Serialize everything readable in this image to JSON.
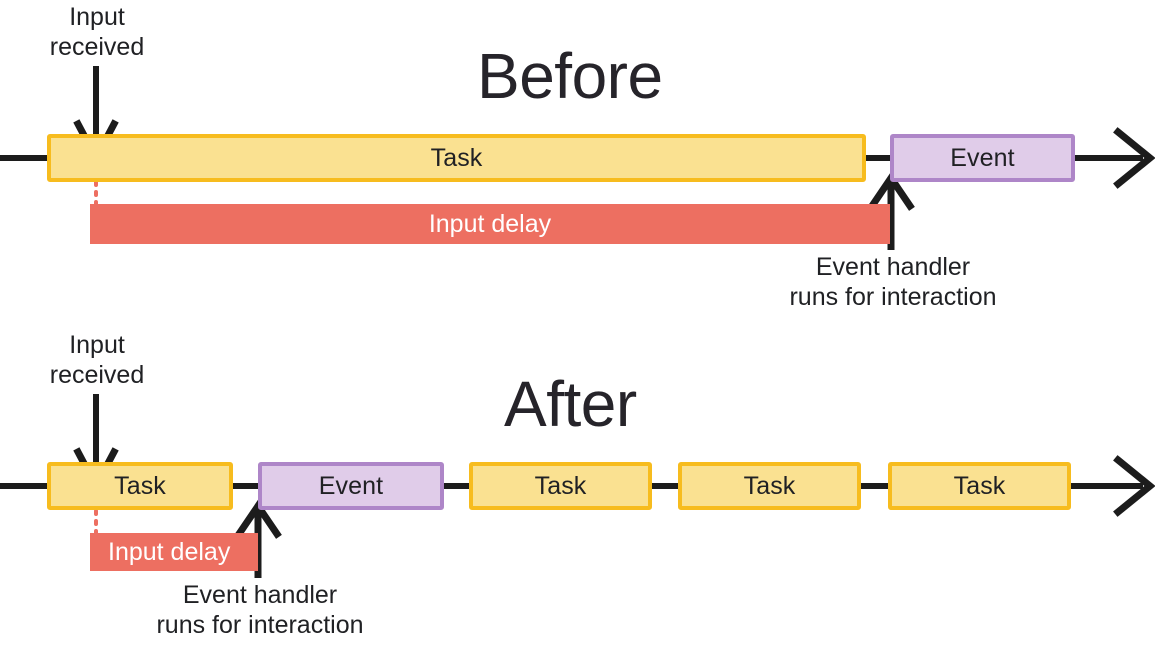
{
  "diagram": {
    "title_before": "Before",
    "title_after": "After",
    "labels": {
      "input_received_line1": "Input",
      "input_received_line2": "received",
      "event_handler_line1": "Event handler",
      "event_handler_line2": "runs for interaction",
      "task": "Task",
      "event": "Event",
      "input_delay": "Input delay"
    },
    "colors": {
      "task_fill": "#fae191",
      "task_border": "#f7bc1e",
      "event_fill": "#e0cce9",
      "event_border": "#ae86c8",
      "delay_fill": "#ed6f61",
      "line": "#1c1c1c",
      "text": "#202124",
      "background": "#ffffff"
    },
    "before": {
      "blocks": [
        {
          "type": "task",
          "label": "Task"
        },
        {
          "type": "event",
          "label": "Event"
        }
      ],
      "delay_label": "Input delay"
    },
    "after": {
      "blocks": [
        {
          "type": "task",
          "label": "Task"
        },
        {
          "type": "event",
          "label": "Event"
        },
        {
          "type": "task",
          "label": "Task"
        },
        {
          "type": "task",
          "label": "Task"
        },
        {
          "type": "task",
          "label": "Task"
        }
      ],
      "delay_label": "Input delay"
    }
  }
}
